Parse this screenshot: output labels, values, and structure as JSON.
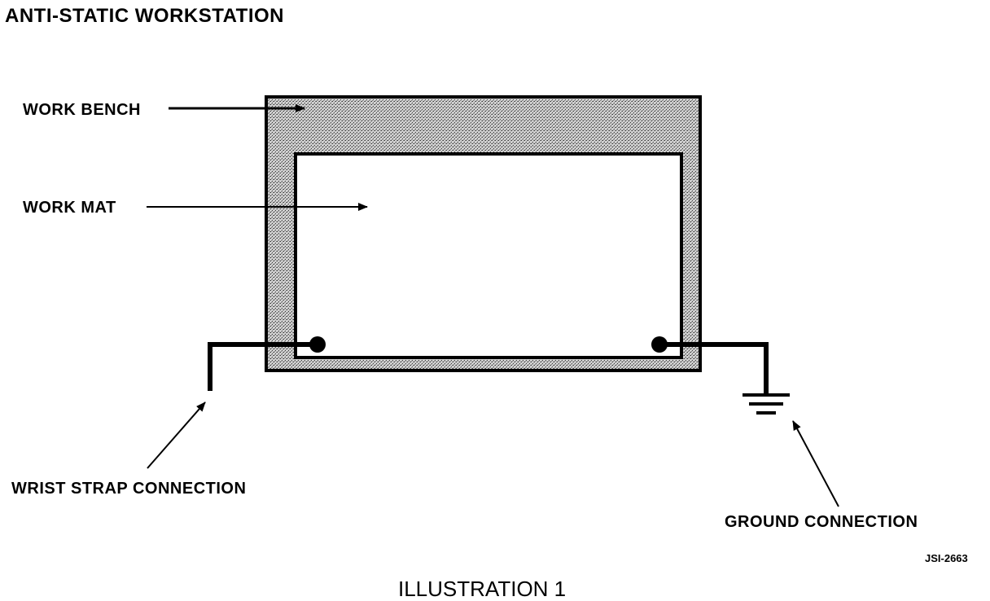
{
  "title": "ANTI-STATIC WORKSTATION",
  "labels": {
    "work_bench": "WORK BENCH",
    "work_mat": "WORK MAT",
    "wrist_strap": "WRIST STRAP CONNECTION",
    "ground": "GROUND CONNECTION"
  },
  "figure_code": "JSI-2663",
  "caption": "ILLUSTRATION 1",
  "colors": {
    "ink": "#000000",
    "bench_fill": "#bdbdbd",
    "mat_fill": "#ffffff"
  }
}
